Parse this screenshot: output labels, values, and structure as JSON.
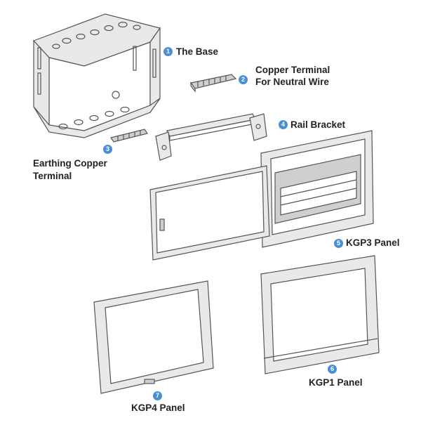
{
  "callouts": [
    {
      "number": "1",
      "label": "The Base"
    },
    {
      "number": "2",
      "label_line1": "Copper Terminal",
      "label_line2": "For Neutral Wire"
    },
    {
      "number": "3",
      "label_line1": "Earthing Copper",
      "label_line2": "Terminal"
    },
    {
      "number": "4",
      "label": "Rail Bracket"
    },
    {
      "number": "5",
      "label": "KGP3 Panel"
    },
    {
      "number": "6",
      "label": "KGP1 Panel"
    },
    {
      "number": "7",
      "label": "KGP4 Panel"
    }
  ],
  "colors": {
    "badge": "#4a8fd6",
    "line": "#555555",
    "face": "#e9e9e9"
  }
}
